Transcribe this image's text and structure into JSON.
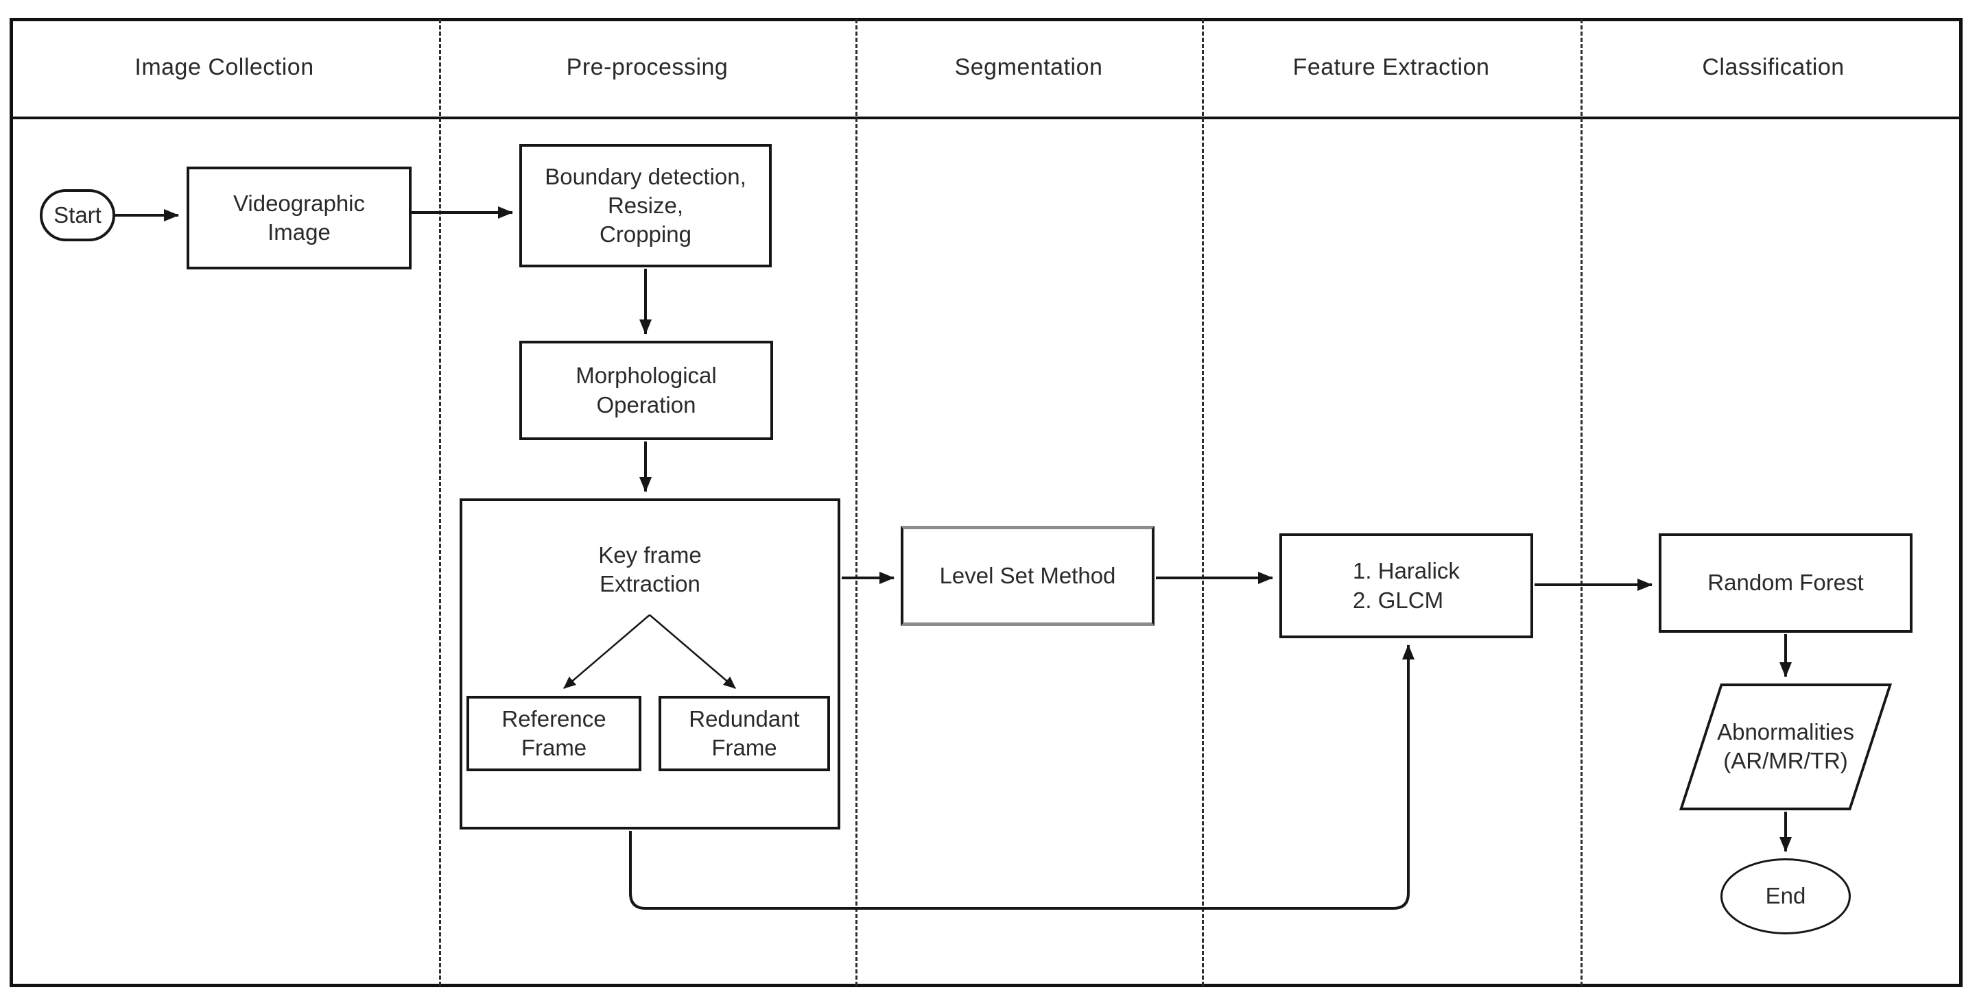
{
  "lanes": [
    {
      "label": "Image Collection"
    },
    {
      "label": "Pre-processing"
    },
    {
      "label": "Segmentation"
    },
    {
      "label": "Feature Extraction"
    },
    {
      "label": "Classification"
    }
  ],
  "nodes": {
    "start": {
      "label": "Start",
      "shape": "terminator"
    },
    "videographic_image": {
      "label": "Videographic\nImage",
      "shape": "process"
    },
    "boundary_detection": {
      "label": "Boundary detection,\nResize,\nCropping",
      "shape": "process"
    },
    "morphological_operation": {
      "label": "Morphological\nOperation",
      "shape": "process"
    },
    "key_frame_extraction": {
      "label": "Key frame\nExtraction",
      "shape": "container"
    },
    "reference_frame": {
      "label": "Reference\nFrame",
      "shape": "process"
    },
    "redundant_frame": {
      "label": "Redundant\nFrame",
      "shape": "process"
    },
    "level_set_method": {
      "label": "Level Set Method",
      "shape": "process"
    },
    "feature_list": {
      "label": "1. Haralick\n2. GLCM",
      "shape": "process"
    },
    "random_forest": {
      "label": "Random Forest",
      "shape": "process"
    },
    "abnormalities": {
      "label": "Abnormalities\n(AR/MR/TR)",
      "shape": "parallelogram"
    },
    "end": {
      "label": "End",
      "shape": "terminator"
    }
  },
  "colors": {
    "line": "#161616",
    "background": "#ffffff",
    "level_set_accent": "#8c8c8c"
  }
}
